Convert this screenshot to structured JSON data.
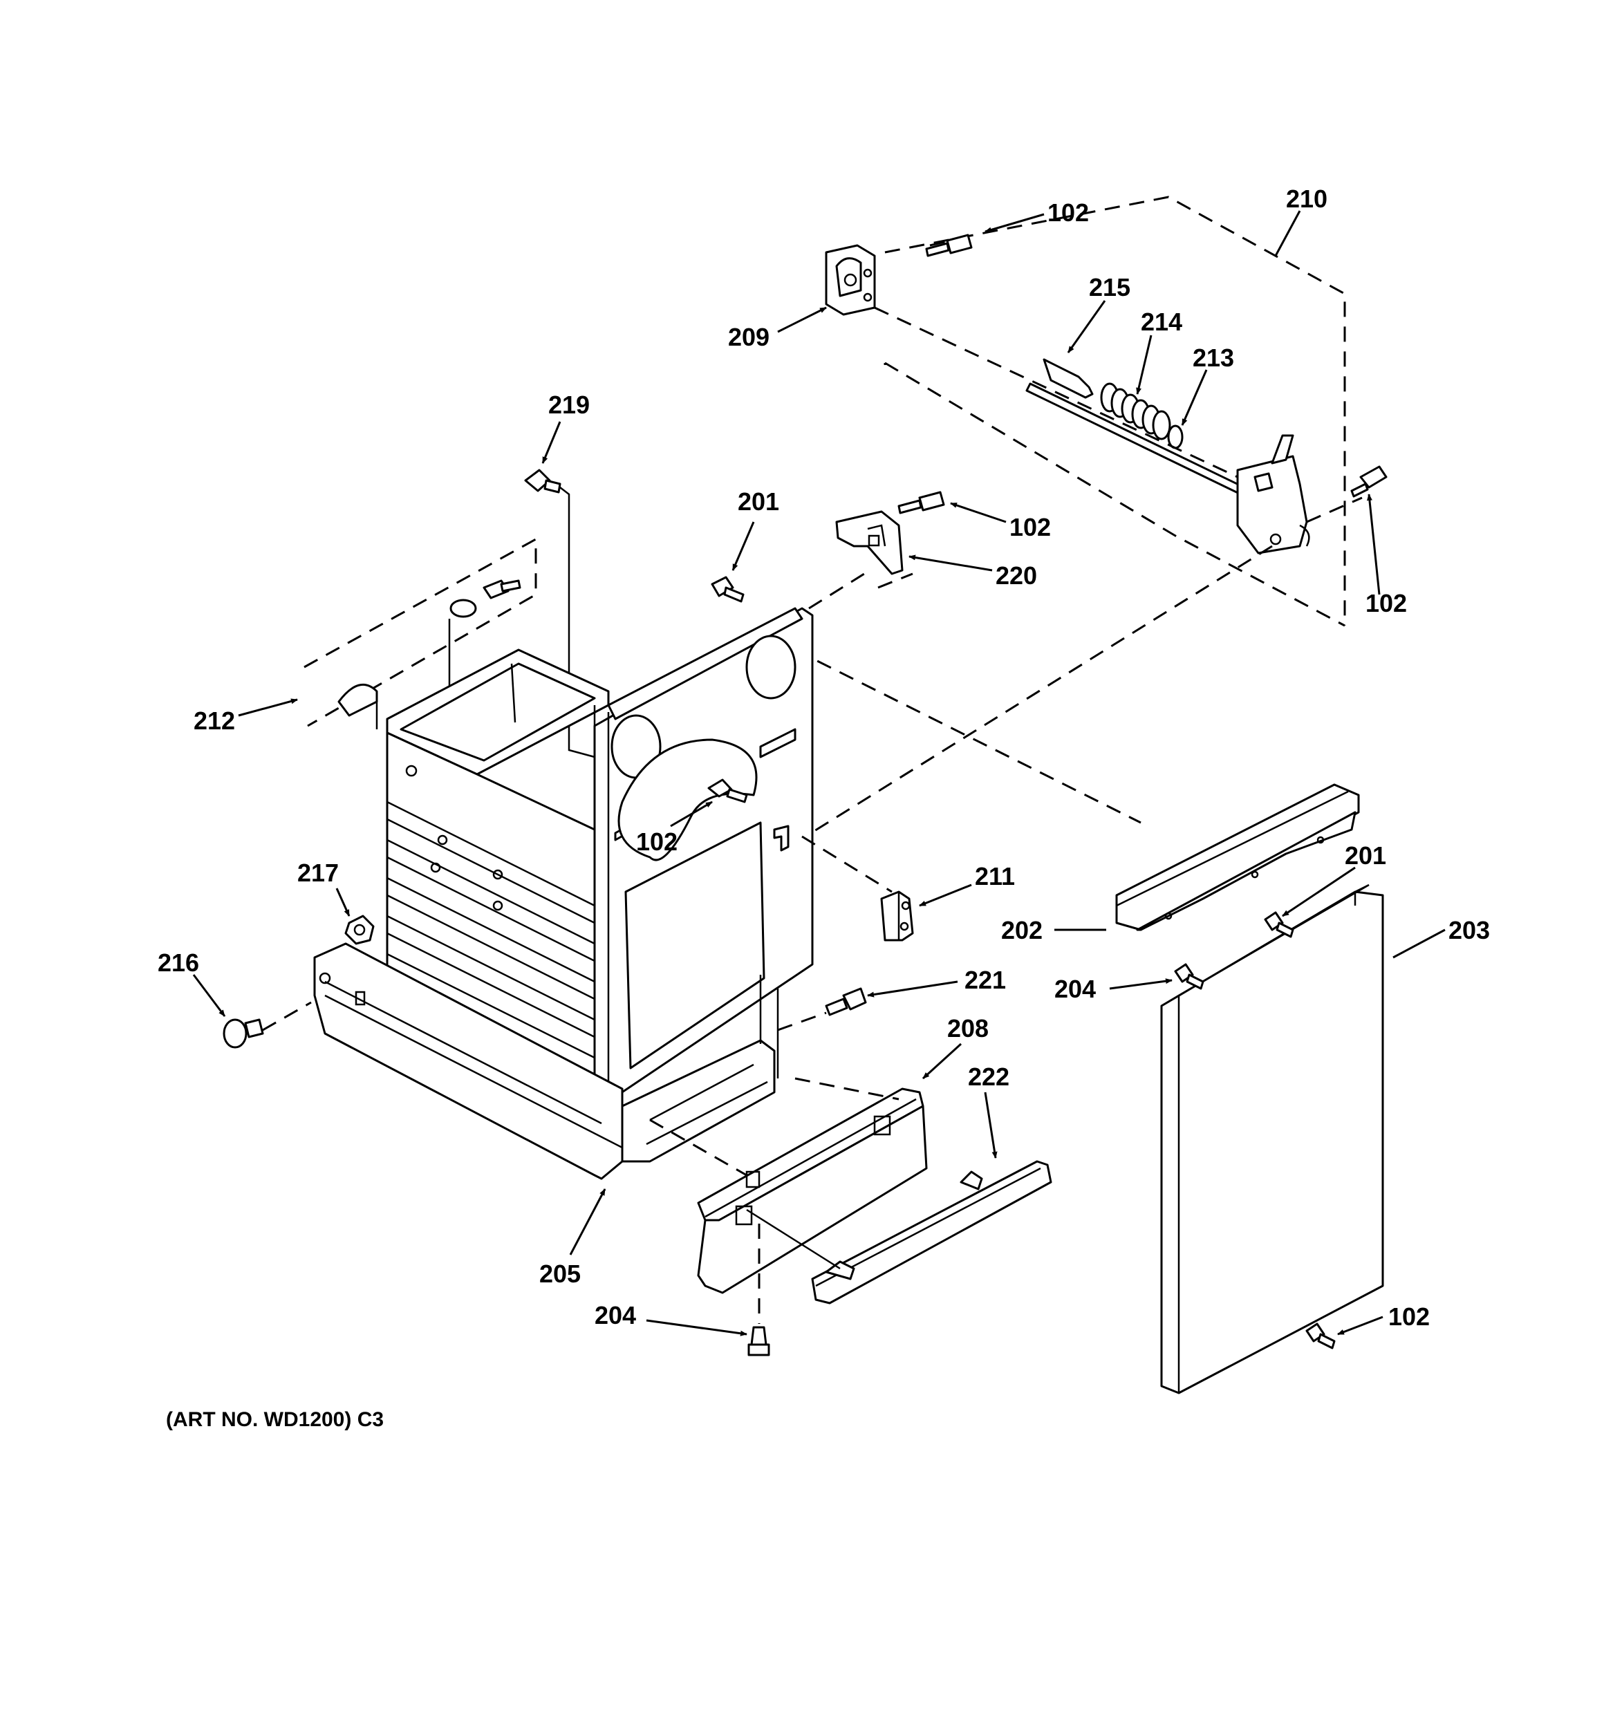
{
  "diagram": {
    "caption": "(ART NO. WD1200) C3",
    "callouts": [
      {
        "id": "c102a",
        "text": "102"
      },
      {
        "id": "c210",
        "text": "210"
      },
      {
        "id": "c209",
        "text": "209"
      },
      {
        "id": "c215",
        "text": "215"
      },
      {
        "id": "c214",
        "text": "214"
      },
      {
        "id": "c213",
        "text": "213"
      },
      {
        "id": "c219",
        "text": "219"
      },
      {
        "id": "c201a",
        "text": "201"
      },
      {
        "id": "c102b",
        "text": "102"
      },
      {
        "id": "c220",
        "text": "220"
      },
      {
        "id": "c102c",
        "text": "102"
      },
      {
        "id": "c212",
        "text": "212"
      },
      {
        "id": "c102d",
        "text": "102"
      },
      {
        "id": "c211",
        "text": "211"
      },
      {
        "id": "c201b",
        "text": "201"
      },
      {
        "id": "c217",
        "text": "217"
      },
      {
        "id": "c202",
        "text": "202"
      },
      {
        "id": "c203",
        "text": "203"
      },
      {
        "id": "c216",
        "text": "216"
      },
      {
        "id": "c204a",
        "text": "204"
      },
      {
        "id": "c221",
        "text": "221"
      },
      {
        "id": "c208",
        "text": "208"
      },
      {
        "id": "c222",
        "text": "222"
      },
      {
        "id": "c205",
        "text": "205"
      },
      {
        "id": "c204b",
        "text": "204"
      },
      {
        "id": "c102e",
        "text": "102"
      }
    ]
  }
}
